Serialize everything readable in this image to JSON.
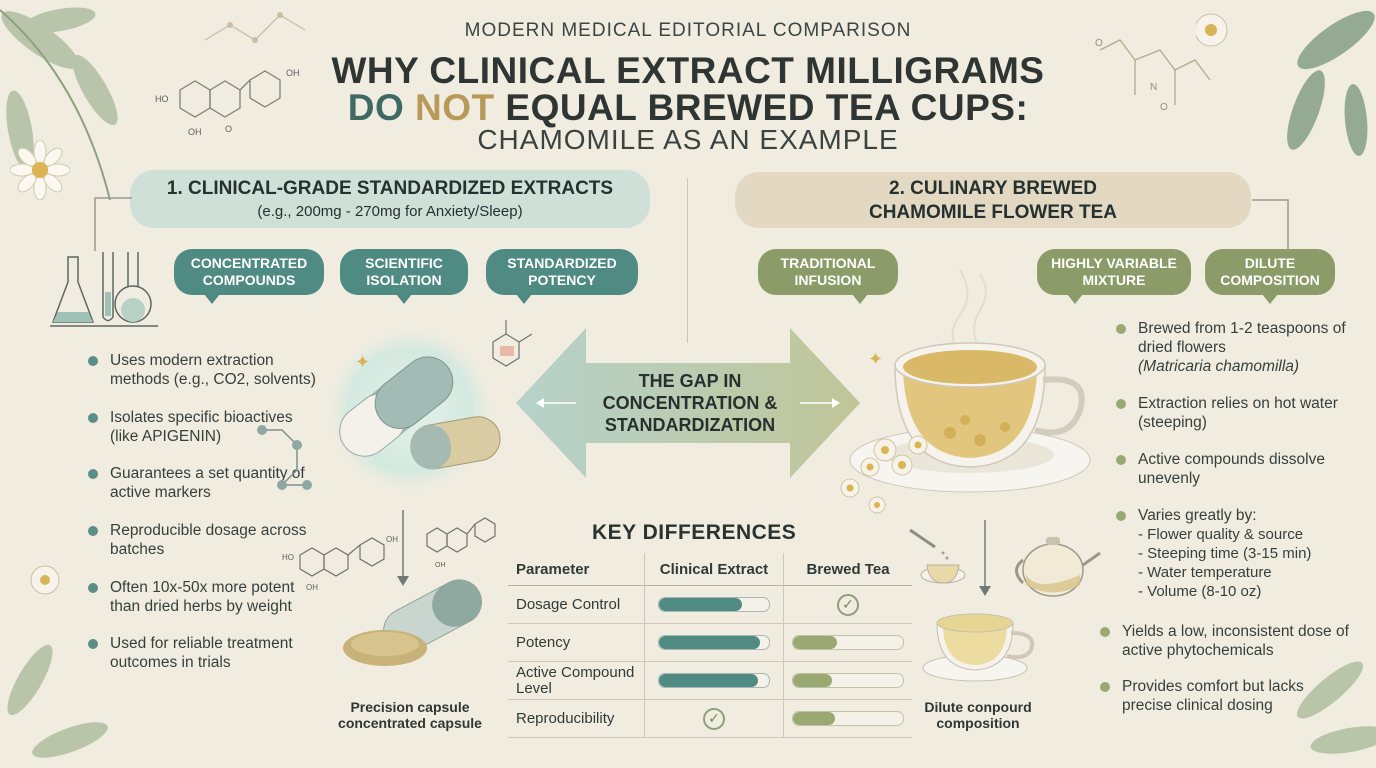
{
  "header": {
    "kicker": "MODERN MEDICAL EDITORIAL COMPARISON",
    "line1": "WHY CLINICAL EXTRACT MILLIGRAMS",
    "line2_a": "DO ",
    "line2_not": "NOT",
    "line2_b": " EQUAL BREWED TEA CUPS:",
    "subtitle": "CHAMOMILE AS AN EXAMPLE"
  },
  "left": {
    "title": "1. CLINICAL-GRADE STANDARDIZED EXTRACTS",
    "subtitle": "(e.g., 200mg - 270mg for Anxiety/Sleep)",
    "bubbles": [
      "CONCENTRATED\nCOMPOUNDS",
      "SCIENTIFIC\nISOLATION",
      "STANDARDIZED\nPOTENCY"
    ],
    "bullets": [
      "Uses modern extraction methods (e.g., CO2, solvents)",
      "Isolates specific bioactives (like APIGENIN)",
      "Guarantees a set quantity of active markers",
      "Reproducible dosage across batches",
      "Often 10x-50x more potent than dried herbs by weight",
      "Used for reliable treatment outcomes in trials"
    ],
    "caption": "Precision capsule concentrated capsule"
  },
  "right": {
    "title_l1": "2. CULINARY BREWED",
    "title_l2": "CHAMOMILE FLOWER TEA",
    "bubbles": [
      "TRADITIONAL\nINFUSION",
      "HIGHLY VARIABLE\nMIXTURE",
      "DILUTE\nCOMPOSITION"
    ],
    "bullet1_a": "Brewed from 1-2 teaspoons of dried flowers",
    "bullet1_italic": "(Matricaria chamomilla)",
    "bullet2": "Extraction relies on hot water (steeping)",
    "bullet3": "Active compounds dissolve unevenly",
    "bullet4_head": "Varies greatly by:",
    "bullet4_subs": [
      "- Flower quality & source",
      "- Steeping time (3-15 min)",
      "- Water temperature",
      "- Volume (8-10 oz)"
    ],
    "bullet5": "Yields a low, inconsistent dose of active phytochemicals",
    "bullet6": "Provides comfort but lacks precise clinical dosing",
    "caption": "Dilute conpourd composition"
  },
  "center": {
    "gap_text": "THE GAP IN CONCENTRATION & STANDARDIZATION"
  },
  "key_differences": {
    "title": "KEY DIFFERENCES",
    "headers": [
      "Parameter",
      "Clinical Extract",
      "Brewed Tea"
    ],
    "rows": [
      {
        "param": "Dosage Control",
        "clinical": 0.75,
        "tea": "check"
      },
      {
        "param": "Potency",
        "clinical": 0.92,
        "tea": 0.4
      },
      {
        "param": "Active Compound Level",
        "clinical": 0.9,
        "tea": 0.35
      },
      {
        "param": "Reproducibility",
        "clinical": "check",
        "tea": 0.38
      }
    ]
  },
  "colors": {
    "background": "#f1ece0",
    "teal": "#4f8a83",
    "olive": "#9aa872",
    "gold": "#b79a5a"
  }
}
